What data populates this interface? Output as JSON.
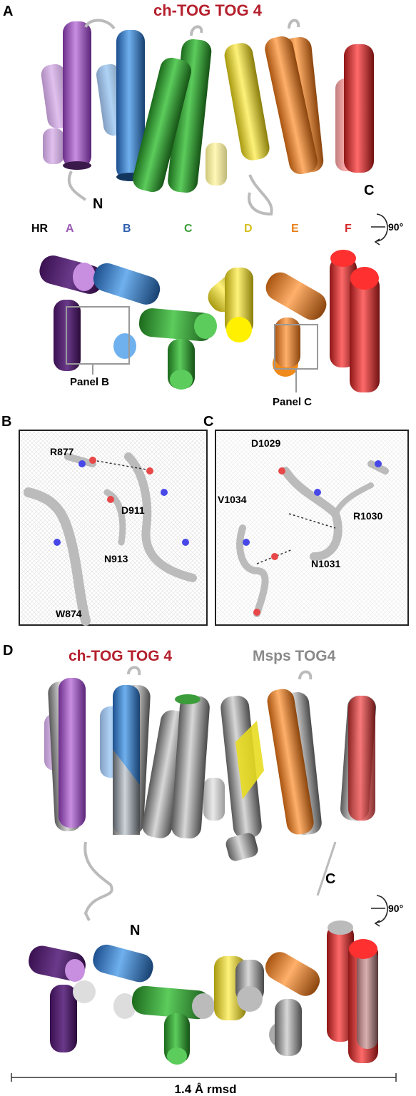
{
  "panelA": {
    "letter": "A",
    "title": "ch-TOG TOG 4",
    "n_label": "N",
    "c_label": "C",
    "hr_label": "HR",
    "hr_repeats": [
      {
        "label": "A",
        "color": "#9b59b6"
      },
      {
        "label": "B",
        "color": "#2e5fae"
      },
      {
        "label": "C",
        "color": "#3a9d3a"
      },
      {
        "label": "D",
        "color": "#d4c020"
      },
      {
        "label": "E",
        "color": "#e8801a"
      },
      {
        "label": "F",
        "color": "#d62828"
      }
    ],
    "rotation_label": "90°",
    "panel_b_label": "Panel B",
    "panel_c_label": "Panel C"
  },
  "panelB": {
    "letter": "B",
    "residues": [
      "R877",
      "D911",
      "N913",
      "W874"
    ]
  },
  "panelC": {
    "letter": "C",
    "residues": [
      "D1029",
      "V1034",
      "R1030",
      "N1031"
    ]
  },
  "panelD": {
    "letter": "D",
    "title_left": "ch-TOG TOG 4",
    "title_right": "Msps TOG4",
    "n_label": "N",
    "c_label": "C",
    "rotation_label": "90°",
    "rmsd_label": "1.4 Å rmsd"
  },
  "colors": {
    "title_red": "#b5202e",
    "msps_gray": "#8a8a8a",
    "purple": "#9b59b6",
    "blue": "#3a7ec8",
    "green": "#3a9d3a",
    "yellow": "#e8dc20",
    "orange": "#e8801a",
    "red": "#d62828"
  }
}
